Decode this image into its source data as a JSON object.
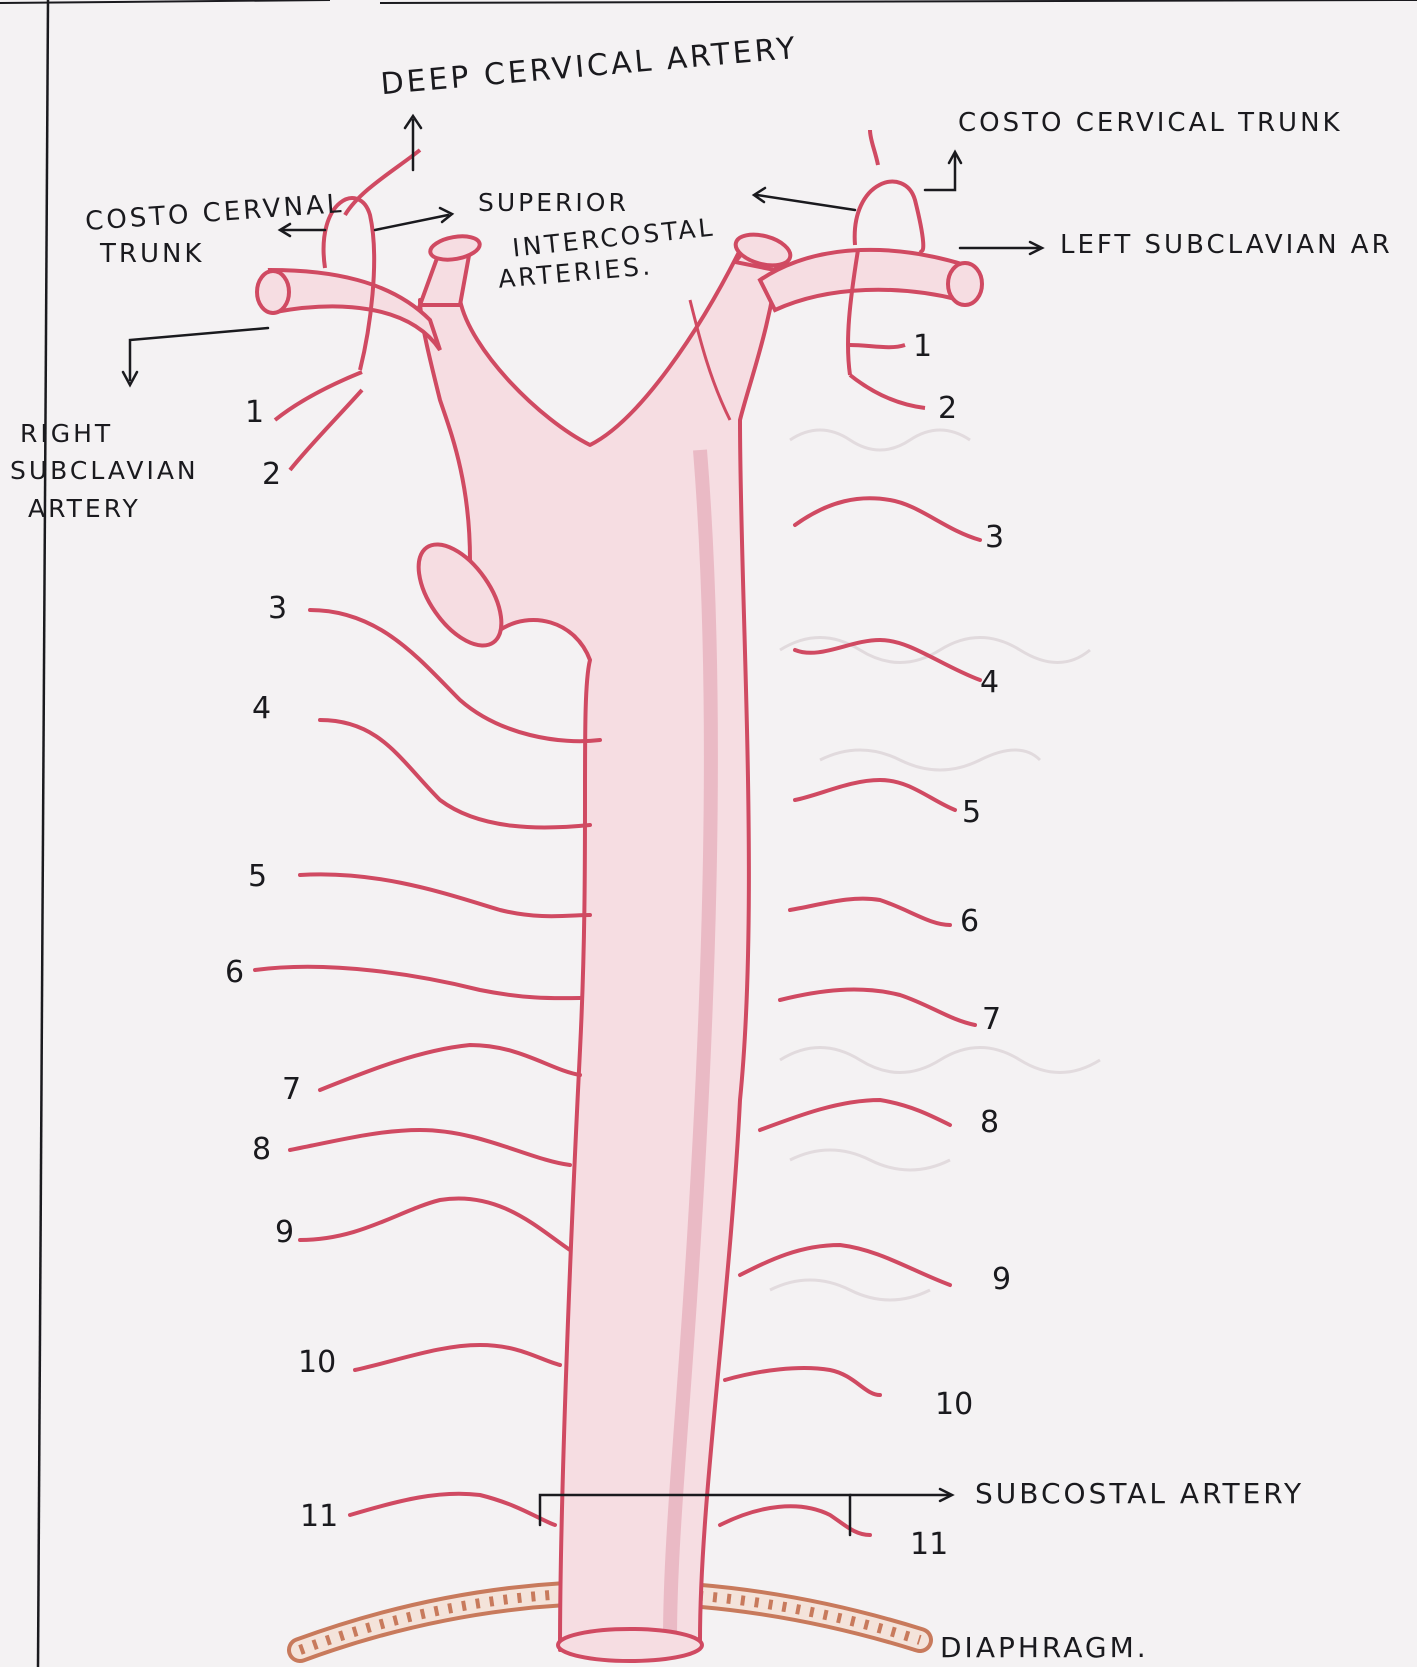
{
  "labels": {
    "deep_cervical": "DEEP CERVICAL ARTERY",
    "costo_cervical_left": "COSTO CERVICAL TRUNK",
    "costo_cervical_right_line1": "COSTO CERVNAL",
    "costo_cervical_right_line2": "TRUNK",
    "superior_intercostal_line1": "SUPERIOR",
    "superior_intercostal_line2": "INTERCOSTAL",
    "superior_intercostal_line3": "ARTERIES.",
    "left_subclavian": "LEFT   SUBCLAVIAN AR",
    "right_subclavian_line1": "RIGHT",
    "right_subclavian_line2": "SUBCLAVIAN",
    "right_subclavian_line3": "ARTERY",
    "subcostal": "SUBCOSTAL ARTERY",
    "diaphragm": "DIAPHRAGM."
  },
  "left_numbers": [
    "1",
    "2",
    "3",
    "4",
    "5",
    "6",
    "7",
    "8",
    "9",
    "10",
    "11"
  ],
  "right_numbers": [
    "1",
    "2",
    "3",
    "4",
    "5",
    "6",
    "7",
    "8",
    "9",
    "10",
    "11"
  ],
  "colors": {
    "artery": "#d04a62",
    "artery_fill": "#f6dde2",
    "shade": "#e3a3b2",
    "ink": "#1a1a1e",
    "diaphragm": "#c87a5c",
    "paper": "#f4f2f3"
  }
}
